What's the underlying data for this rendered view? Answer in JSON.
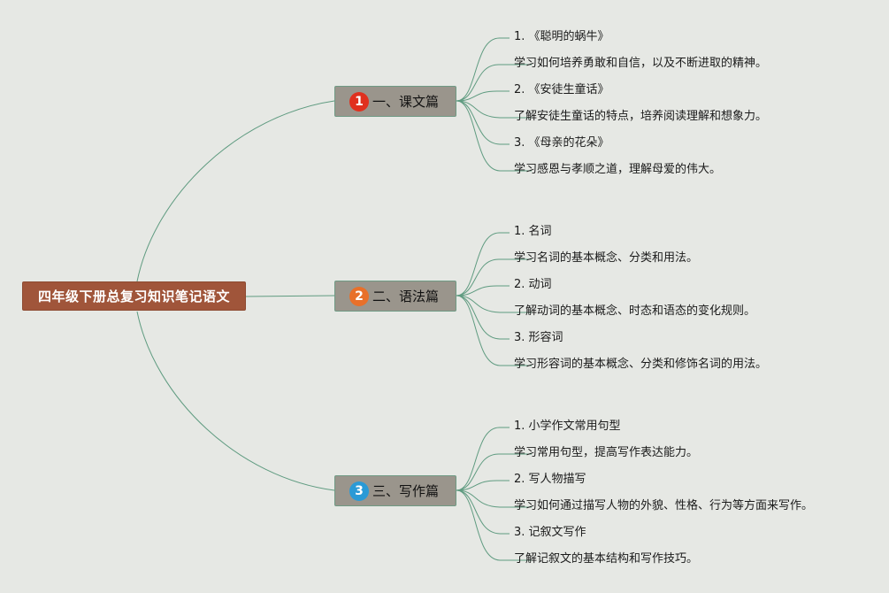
{
  "root": {
    "label": "四年级下册总复习知识笔记语文"
  },
  "branches": [
    {
      "number": "1",
      "label": "一、课文篇",
      "badge_color": "#e0301e",
      "items": [
        "1. 《聪明的蜗牛》",
        "学习如何培养勇敢和自信，以及不断进取的精神。",
        "2. 《安徒生童话》",
        "了解安徒生童话的特点，培养阅读理解和想象力。",
        "3. 《母亲的花朵》",
        "学习感恩与孝顺之道，理解母爱的伟大。"
      ]
    },
    {
      "number": "2",
      "label": "二、语法篇",
      "badge_color": "#e8702a",
      "items": [
        "1. 名词",
        "学习名词的基本概念、分类和用法。",
        "2. 动词",
        "了解动词的基本概念、时态和语态的变化规则。",
        "3. 形容词",
        "学习形容词的基本概念、分类和修饰名词的用法。"
      ]
    },
    {
      "number": "3",
      "label": "三、写作篇",
      "badge_color": "#2a9ad6",
      "items": [
        "1. 小学作文常用句型",
        "学习常用句型，提高写作表达能力。",
        "2. 写人物描写",
        "学习如何通过描写人物的外貌、性格、行为等方面来写作。",
        "3. 记叙文写作",
        "了解记叙文的基本结构和写作技巧。"
      ]
    }
  ],
  "colors": {
    "background": "#e6e8e4",
    "connector": "#5f9b80",
    "root_fill": "#a0553a",
    "branch_fill": "#9a958c"
  }
}
